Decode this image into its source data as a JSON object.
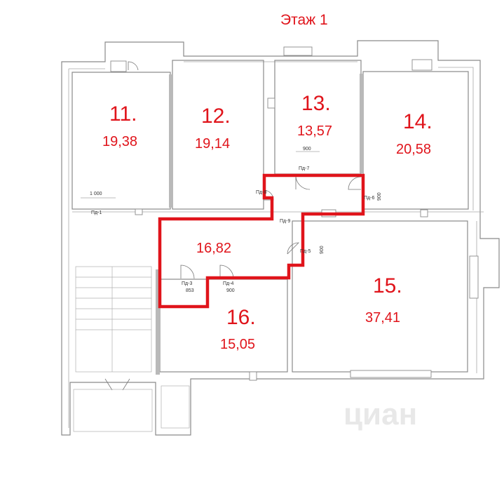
{
  "floor_title": "Этаж 1",
  "rooms": [
    {
      "number": "11.",
      "area": "19,38"
    },
    {
      "number": "12.",
      "area": "19,14"
    },
    {
      "number": "13.",
      "area": "13,57"
    },
    {
      "number": "14.",
      "area": "20,58"
    },
    {
      "number": "15.",
      "area": "37,41"
    },
    {
      "number": "16.",
      "area": "15,05"
    },
    {
      "number": "",
      "area": "16,82"
    }
  ],
  "doors": {
    "pd1": "Пд-1",
    "pd3": "Пд-3",
    "pd4": "Пд-4",
    "pd5": "Пд-5",
    "pd6": "Пд-6",
    "pd7": "Пд-7",
    "pd8": "Пд-8",
    "pd9": "Пд-9"
  },
  "dimensions": {
    "d1000": "1 000",
    "d900_top": "900",
    "d900_right": "900",
    "d900_mid": "900",
    "d900_bottom": "900",
    "d853": "853"
  },
  "watermark": "циан",
  "colors": {
    "highlight": "#e0141b",
    "labels": "#e0141b",
    "walls": "#8a8a8a"
  }
}
